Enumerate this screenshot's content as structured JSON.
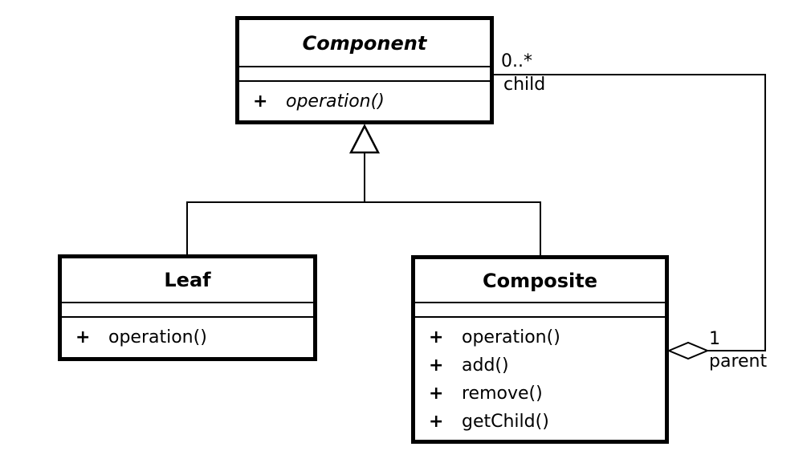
{
  "colors": {
    "line": "#000000",
    "background": "#ffffff",
    "box_fill": "#ffffff",
    "text": "#000000"
  },
  "classes": {
    "component": {
      "name": "Component",
      "abstract": true,
      "attributes": [],
      "methods": [
        {
          "visibility": "+",
          "signature": "operation()"
        }
      ]
    },
    "leaf": {
      "name": "Leaf",
      "abstract": false,
      "attributes": [],
      "methods": [
        {
          "visibility": "+",
          "signature": "operation()"
        }
      ]
    },
    "composite": {
      "name": "Composite",
      "abstract": false,
      "attributes": [],
      "methods": [
        {
          "visibility": "+",
          "signature": "operation()"
        },
        {
          "visibility": "+",
          "signature": "add()"
        },
        {
          "visibility": "+",
          "signature": "remove()"
        },
        {
          "visibility": "+",
          "signature": "getChild()"
        }
      ]
    }
  },
  "relationships": {
    "generalization": {
      "type": "inheritance",
      "parent": "Component",
      "children": [
        "Leaf",
        "Composite"
      ]
    },
    "aggregation": {
      "type": "aggregation",
      "owner": "Composite",
      "part": "Component",
      "child_multiplicity": "0..*",
      "child_role": "child",
      "parent_multiplicity": "1",
      "parent_role": "parent"
    }
  }
}
